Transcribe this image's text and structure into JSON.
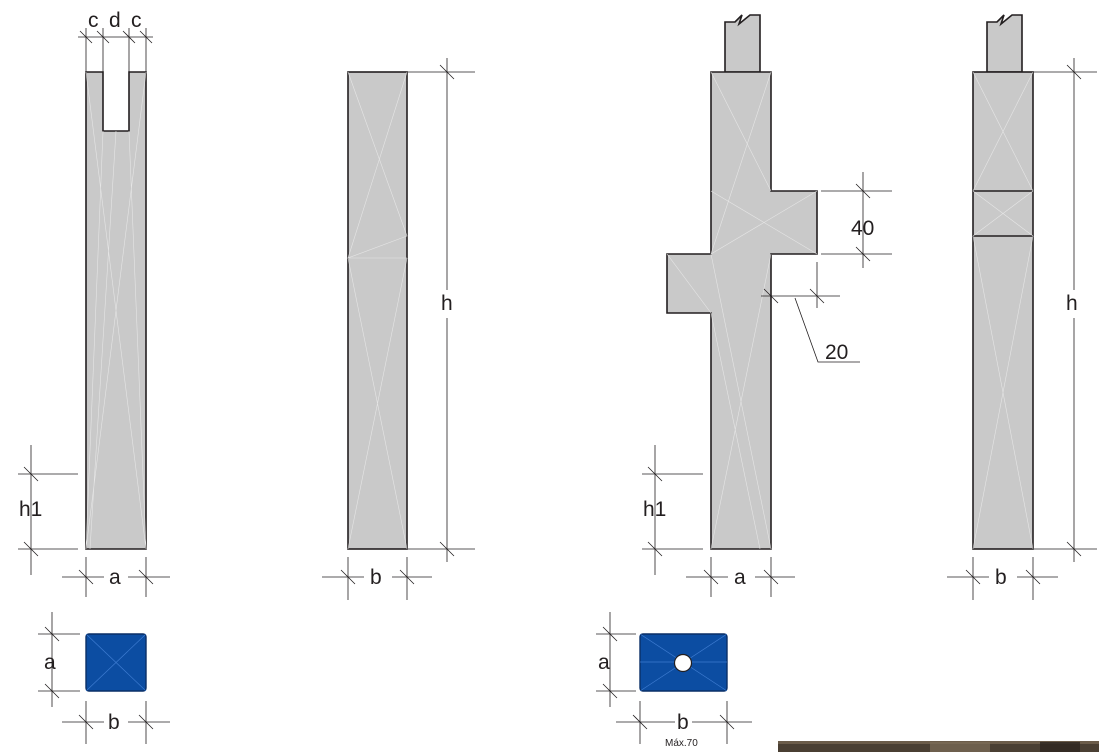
{
  "labels": {
    "c": "c",
    "d": "d",
    "a": "a",
    "b": "b",
    "h": "h",
    "h1": "h1",
    "forty": "40",
    "twenty": "20",
    "max": "Máx.70"
  },
  "colors": {
    "concrete": "#c9c9c9",
    "section_blue": "#0c4da2",
    "line": "#231f20"
  }
}
